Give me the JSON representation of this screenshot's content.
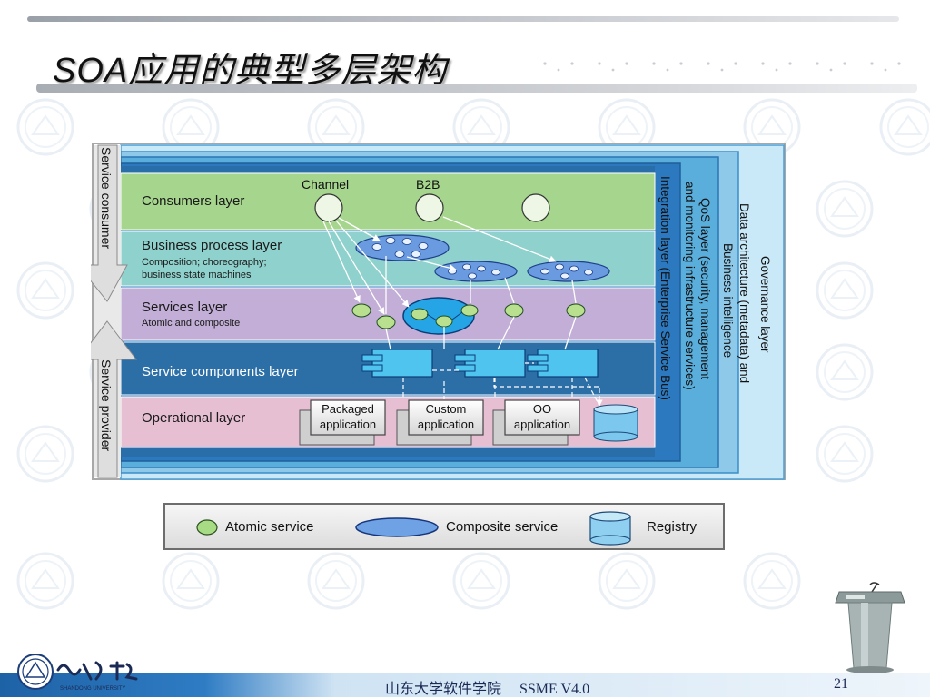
{
  "slide": {
    "title": "SOA应用的典型多层架构",
    "footer_center": "山东大学软件学院     SSME V4.0",
    "page_number": "21",
    "logo_text": "SHANDONG UNIVERSITY"
  },
  "diagram": {
    "side_labels": {
      "consumer": "Service consumer",
      "provider": "Service provider"
    },
    "layers": [
      {
        "title": "Consumers layer",
        "subtitle": ""
      },
      {
        "title": "Business process layer",
        "subtitle": "Composition; choreography;",
        "subtitle2": "business state machines"
      },
      {
        "title": "Services layer",
        "subtitle": "Atomic and composite"
      },
      {
        "title": "Service components layer",
        "subtitle": ""
      },
      {
        "title": "Operational layer",
        "subtitle": ""
      }
    ],
    "consumers": [
      "Channel",
      "B2B"
    ],
    "applications": [
      {
        "line1": "Packaged",
        "line2": "application"
      },
      {
        "line1": "Custom",
        "line2": "application"
      },
      {
        "line1": "OO",
        "line2": "application"
      }
    ],
    "vertical_layers": {
      "integration": "Integration layer (Enterprise Service Bus)",
      "qos_line1": "QoS layer (security, management",
      "qos_line2": "and monitoring infrastructure services)",
      "data_line1": "Data architecture (metadata) and",
      "data_line2": "Business intelligence",
      "governance": "Governance layer"
    },
    "colors": {
      "consumers": "#a6d58d",
      "business_process": "#8fd1cc",
      "services": "#c2aed6",
      "components": "#2c6fa7",
      "operational": "#e7bfd2",
      "integration": "#2c79bf",
      "qos": "#5aaedc",
      "data": "#8ec9ea",
      "governance": "#c9e8f8"
    }
  },
  "legend": {
    "atomic": "Atomic service",
    "composite": "Composite service",
    "registry": "Registry"
  }
}
